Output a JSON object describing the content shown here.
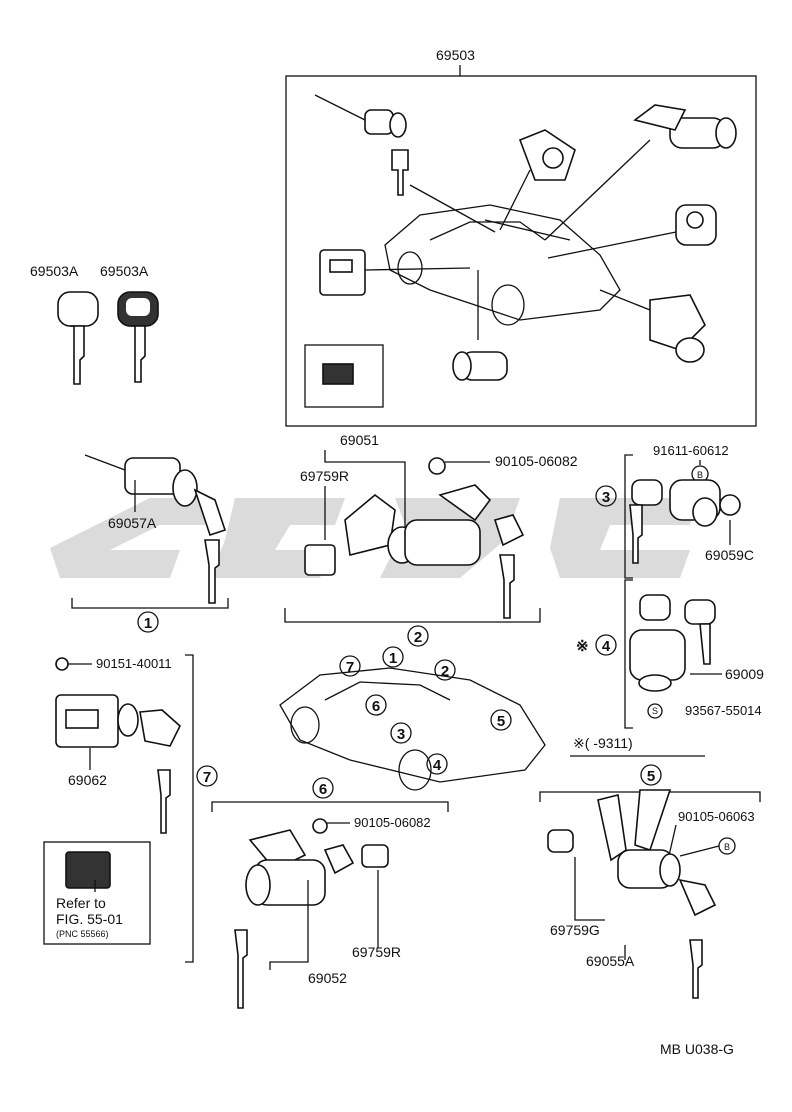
{
  "labels": {
    "main_kit": "69503",
    "key_left": "69503A",
    "key_right": "69503A",
    "cyl_69057A": "69057A",
    "door_group": "69051",
    "part_69759R_top": "69759R",
    "bolt_top": "90105-06082",
    "part_91611": "91611-60612",
    "part_69059C": "69059C",
    "part_69009": "69009",
    "part_93567": "93567-55014",
    "serial_note": "※(      -9311)",
    "asterisk_mark": "※",
    "screw_90151": "90151-40011",
    "part_69062": "69062",
    "refer_line1": "Refer to",
    "refer_line2": "FIG. 55-01",
    "refer_line3": "(PNC 55566)",
    "bolt_mid": "90105-06082",
    "part_69759R_bottom": "69759R",
    "part_69052": "69052",
    "bolt_right": "90105-06063",
    "part_69759G": "69759G",
    "part_69055A": "69055A",
    "footer_code": "MB  U038-G",
    "letter_B_top": "B",
    "letter_B_bottom": "B",
    "letter_S": "S"
  },
  "callouts": {
    "c1": "1",
    "c2": "2",
    "c3": "3",
    "c4": "4",
    "c5": "5",
    "c6": "6",
    "c7": "7"
  }
}
